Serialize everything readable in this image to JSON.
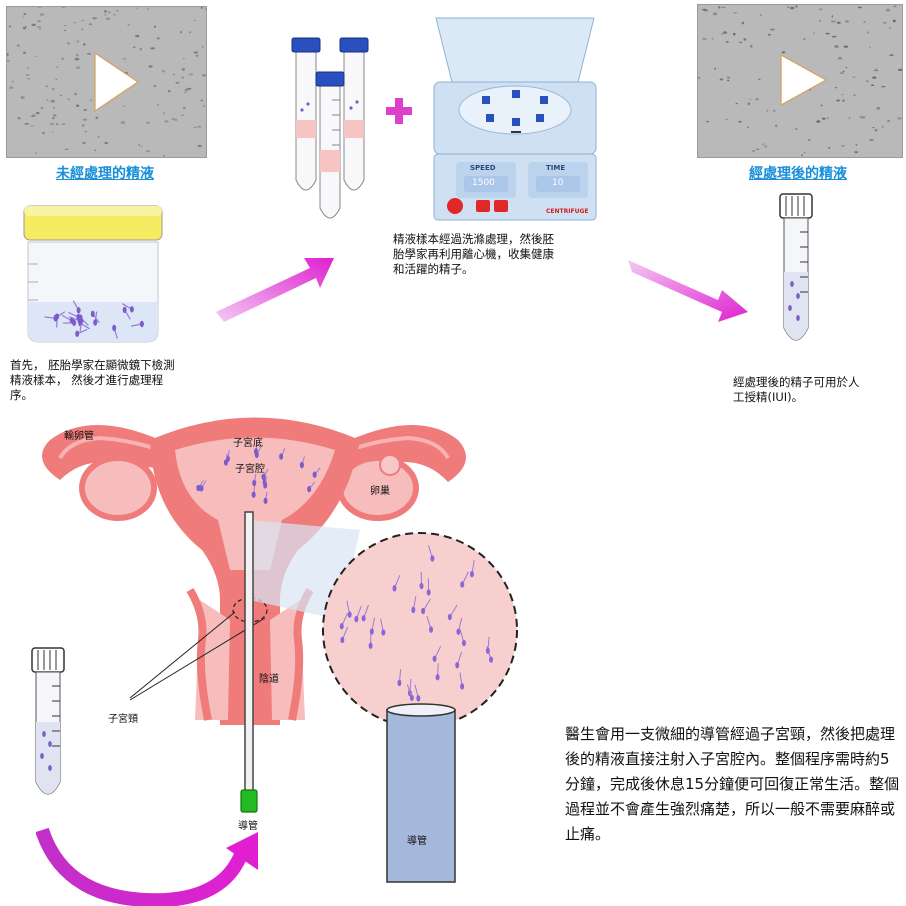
{
  "steps": {
    "raw_caption": "未經處理的精液",
    "processed_caption": "經處理後的精液",
    "step1_text": "首先， 胚胎學家在顯微鏡下檢測精液樣本， 然後才進行處理程序。",
    "step2_text": "精液樣本經過洗滌處理，然後胚胎學家再利用離心機，收集健康和活躍的精子。",
    "step3_text": "經處理後的精子可用於人工授精(IUI)。"
  },
  "centrifuge": {
    "speed_label": "SPEED",
    "speed_value": "1500",
    "time_label": "TIME",
    "time_value": "10",
    "brand": "CENTRIFUGE"
  },
  "anatomy": {
    "fallopian_tube": "輸卵管",
    "fundus": "子宮底",
    "cavity": "子宮腔",
    "ovary": "卵巢",
    "vagina": "陰道",
    "cervix": "子宮頸",
    "catheter": "導管",
    "catheter_zoom": "導管"
  },
  "description": "醫生會用一支微細的導管經過子宮頸，然後把處理後的精液直接注射入子宮腔內。整個程序需時約5分鐘，完成後休息15分鐘便可回復正常生活。整個過程並不會產生強烈痛楚，所以一般不需要麻醉或止痛。",
  "colors": {
    "accent_blue": "#1a8fd8",
    "arrow_magenta": "#e020d0",
    "uterus_pink": "#ef7b7b",
    "cap_blue": "#2a4fbf",
    "catheter_green": "#22bb22"
  }
}
